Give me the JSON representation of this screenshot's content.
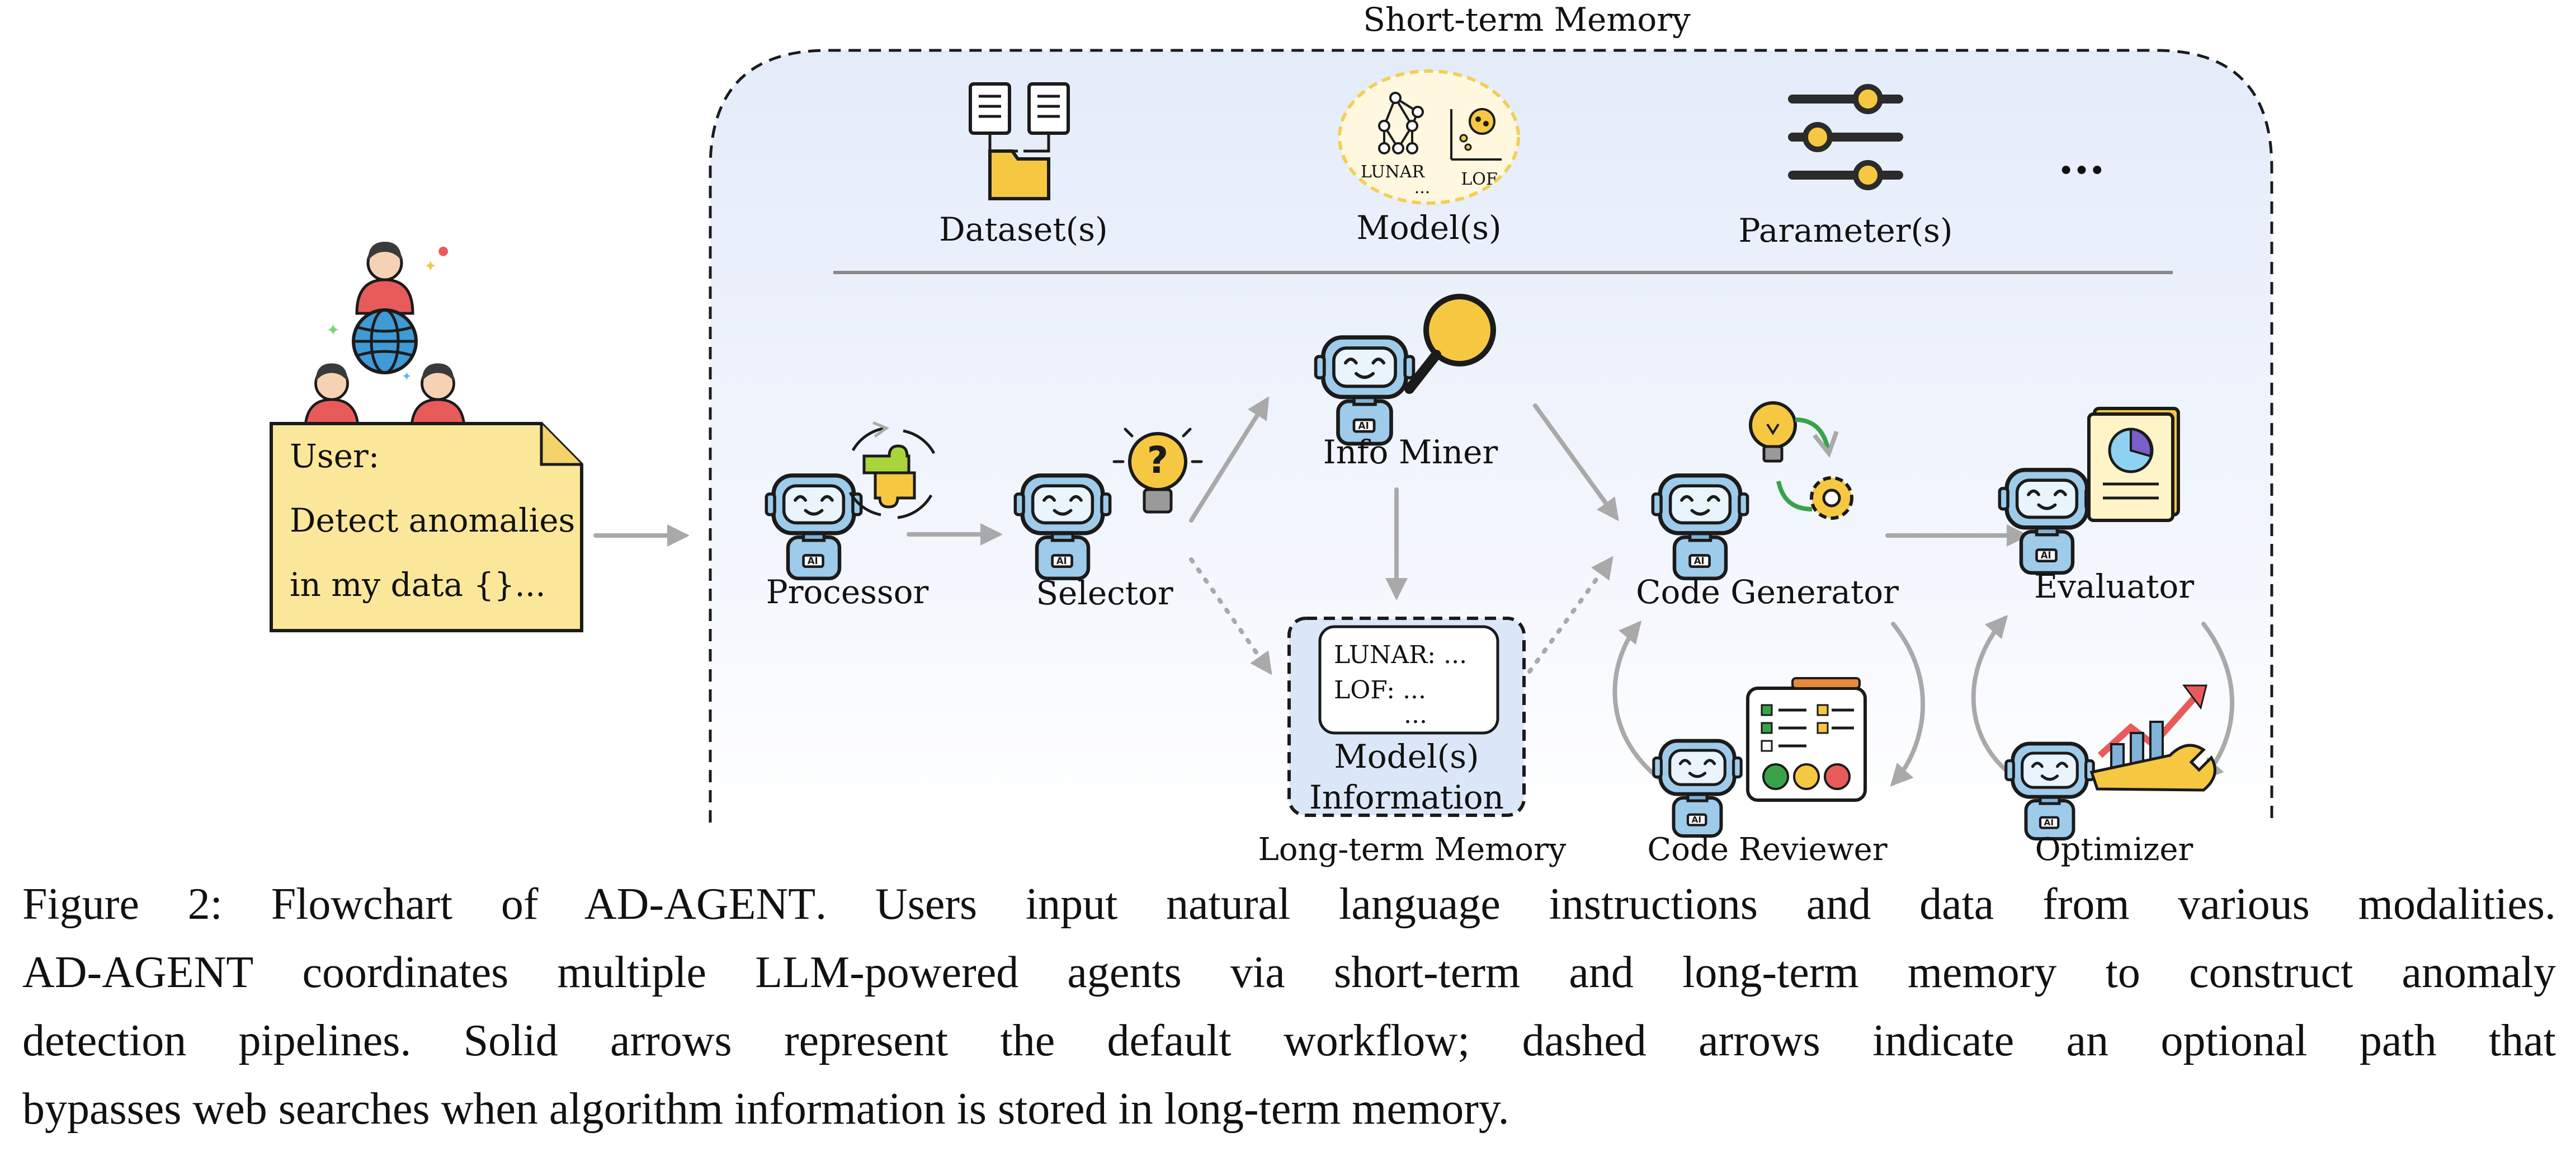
{
  "short_term_memory": {
    "title": "Short-term Memory",
    "items": [
      {
        "label": "Dataset(s)",
        "icon": "dataset-files-icon"
      },
      {
        "label": "Model(s)",
        "icon": "model-network-icon",
        "sublabels": [
          "LUNAR",
          "LOF",
          "..."
        ]
      },
      {
        "label": "Parameter(s)",
        "icon": "sliders-icon"
      },
      {
        "label": "..."
      }
    ]
  },
  "user": {
    "lines": [
      "User:",
      "Detect anomalies",
      "in my data {}..."
    ],
    "icon": "users-globe-icon",
    "note_color": "#fbe79a"
  },
  "agents": {
    "processor": "Processor",
    "selector": "Selector",
    "info_miner": "Info Miner",
    "code_generator": "Code Generator",
    "code_reviewer": "Code Reviewer",
    "evaluator": "Evaluator",
    "optimizer": "Optimizer"
  },
  "long_term_memory": {
    "title": "Long-term Memory",
    "entries": [
      "LUNAR: ...",
      "LOF: ...",
      "..."
    ],
    "box_label_1": "Model(s)",
    "box_label_2": "Information"
  },
  "caption": {
    "line1_a": "Figure 2: Flowchart of AD-A",
    "line1_sc": "GENT",
    "line1_b": ". Users input natural language instructions and data from various modalities.",
    "line2_a": "AD-A",
    "line2_sc": "GENT",
    "line2_b": " coordinates multiple LLM-powered agents via short-term and long-term memory to construct anomaly",
    "line3": "detection pipelines.  Solid arrows represent the default workflow; dashed arrows indicate an optional path that",
    "line4": "bypasses web searches when algorithm information is stored in long-term memory."
  },
  "colors": {
    "robot_body": "#9ecbea",
    "robot_outline": "#1b1b1b",
    "arrow": "#a9a9a9",
    "memory_bg_top": "#e6eefb",
    "accent_yellow": "#f6c842",
    "note": "#fbe79a"
  }
}
